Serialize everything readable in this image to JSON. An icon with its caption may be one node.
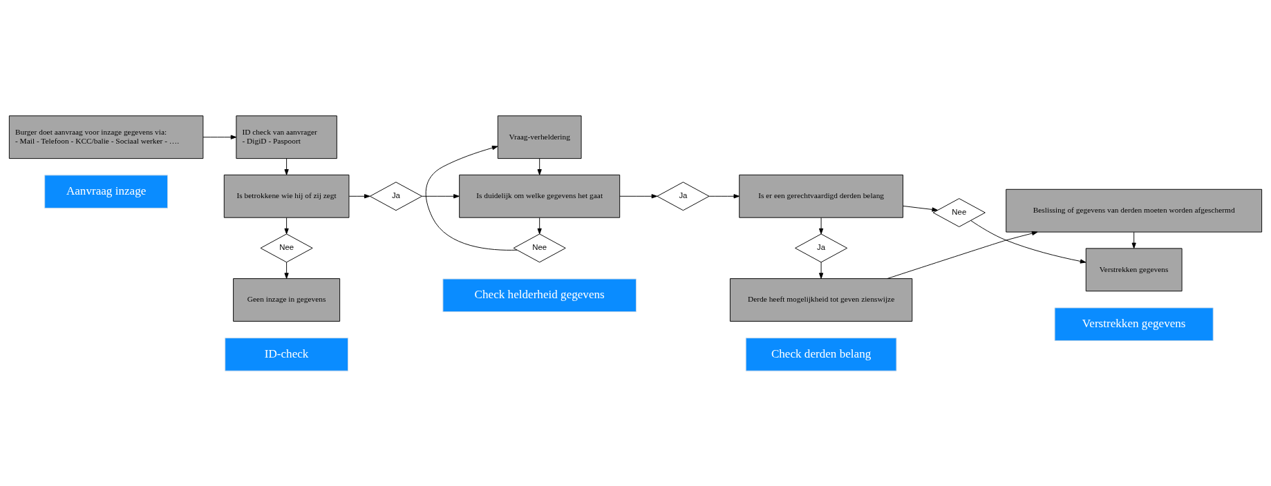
{
  "diagram": {
    "nodes": [
      {
        "text": [
          "Aanvraag inzage"
        ]
      },
      {
        "text": [
          "ID-check"
        ]
      },
      {
        "text": [
          "Check helderheid gegevens"
        ]
      },
      {
        "text": [
          "Check derden belang"
        ]
      },
      {
        "text": [
          "Verstrekken gegevens"
        ]
      },
      {
        "text": [
          "Burger doet aanvraag voor inzage gegevens via:",
          "- Mail - Telefoon - KCC/balie - Sociaal werker - …."
        ]
      },
      {
        "text": [
          "ID check van aanvrager",
          "- DigiD - Paspoort"
        ]
      },
      {
        "text": [
          "Is betrokkene wie hij of zij zegt"
        ]
      },
      {
        "text": [
          "Ja"
        ]
      },
      {
        "text": [
          "Is duidelijk om welke gegevens het gaat"
        ]
      },
      {
        "text": [
          "Ja"
        ]
      },
      {
        "text": [
          "Is er een gerechtvaardigd derden belang"
        ]
      },
      {
        "text": [
          "Nee"
        ]
      },
      {
        "text": [
          "Verstrekken gegevens"
        ]
      },
      {
        "text": [
          "Nee"
        ]
      },
      {
        "text": [
          "Geen inzage in gegevens"
        ]
      },
      {
        "text": [
          "Nee"
        ]
      },
      {
        "text": [
          "Vraag-verheldering"
        ]
      },
      {
        "text": [
          "Ja"
        ]
      },
      {
        "text": [
          "Derde heeft mogelijkheid tot geven zienswijze"
        ]
      },
      {
        "text": [
          "Beslissing of gegevens van derden moeten worden afgeschermd"
        ]
      }
    ],
    "edges": [
      {
        "from": 5,
        "to": 6,
        "arrow": "to"
      },
      {
        "from": 6,
        "to": 7,
        "arrow": "to"
      },
      {
        "from": 7,
        "to": 8,
        "arrow": "to"
      },
      {
        "from": 8,
        "to": 9,
        "arrow": "to"
      },
      {
        "from": 9,
        "to": 10,
        "arrow": "to"
      },
      {
        "from": 10,
        "to": 11,
        "arrow": "to"
      },
      {
        "from": 11,
        "to": 12,
        "arrow": "to"
      },
      {
        "from": 12,
        "to": 13,
        "arrow": "to"
      },
      {
        "from": 7,
        "to": 14,
        "arrow": "to"
      },
      {
        "from": 14,
        "to": 15,
        "arrow": "to"
      },
      {
        "from": 9,
        "to": 16,
        "arrow": "to"
      },
      {
        "from": 16,
        "to": 17,
        "arrow": "to"
      },
      {
        "from": 17,
        "to": 9,
        "arrow": "to"
      },
      {
        "from": 11,
        "to": 18,
        "arrow": "to"
      },
      {
        "from": 18,
        "to": 19,
        "arrow": "to"
      },
      {
        "from": 19,
        "to": 20,
        "arrow": "to"
      },
      {
        "from": 20,
        "to": 13,
        "arrow": "to"
      }
    ]
  }
}
